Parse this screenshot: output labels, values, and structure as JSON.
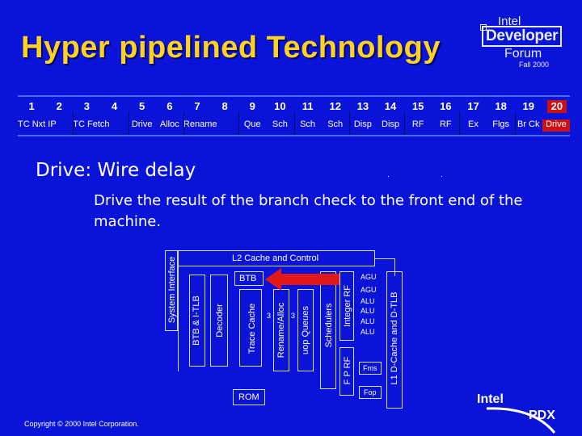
{
  "title": "Hyper pipelined Technology",
  "logo": {
    "line1": "Intel",
    "line2": "Developer",
    "line3": "Forum",
    "line4": "Fall 2000"
  },
  "pipeline": {
    "cells": [
      {
        "num": "1",
        "stage": "TC Nxt IP"
      },
      {
        "num": "2",
        "stage": ""
      },
      {
        "num": "3",
        "stage": "TC Fetch"
      },
      {
        "num": "4",
        "stage": ""
      },
      {
        "num": "5",
        "stage": "Drive"
      },
      {
        "num": "6",
        "stage": "Alloc"
      },
      {
        "num": "7",
        "stage": "Rename"
      },
      {
        "num": "8",
        "stage": ""
      },
      {
        "num": "9",
        "stage": "Que"
      },
      {
        "num": "10",
        "stage": "Sch"
      },
      {
        "num": "11",
        "stage": "Sch"
      },
      {
        "num": "12",
        "stage": "Sch"
      },
      {
        "num": "13",
        "stage": "Disp"
      },
      {
        "num": "14",
        "stage": "Disp"
      },
      {
        "num": "15",
        "stage": "RF"
      },
      {
        "num": "16",
        "stage": "RF"
      },
      {
        "num": "17",
        "stage": "Ex"
      },
      {
        "num": "18",
        "stage": "Flgs"
      },
      {
        "num": "19",
        "stage": "Br Ck"
      },
      {
        "num": "20",
        "stage": "Drive"
      }
    ]
  },
  "heading": "Drive: Wire delay",
  "description": "Drive the result of the branch check to the front end of the machine.",
  "diagram": {
    "l2": "L2 Cache and Control",
    "sysif": "System Interface",
    "btb_itlb": "BTB & I-TLB",
    "decoder": "Decoder",
    "trace": "Trace Cache",
    "rename": "Rename/Alloc",
    "uop": "uop Queues",
    "sched": "Schedulers",
    "intrf": "Integer RF",
    "fprf": "F P RF",
    "l1d": "L1 D-Cache and D-TLB",
    "btb": "BTB",
    "rom": "ROM",
    "agu1": "AGU",
    "agu2": "AGU",
    "alu1": "ALU",
    "alu2": "ALU",
    "alu3": "ALU",
    "alu4": "ALU",
    "fms": "Fms",
    "fop": "Fop",
    "n3a": "3",
    "n3b": "3"
  },
  "footer": {
    "copyright": "Copyright © 2000 Intel Corporation.",
    "intel": "Intel",
    "pdx": "PDX"
  },
  "colors": {
    "background": "#0a14d8",
    "title": "#ffd21e",
    "highlight": "#d01010",
    "arrow": "#e01818"
  }
}
